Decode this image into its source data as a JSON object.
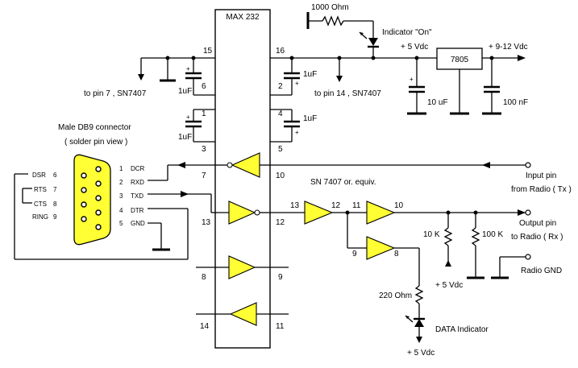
{
  "ic": {
    "max232": "MAX 232",
    "regulator": "7805",
    "gates": "SN 7407 or. equiv."
  },
  "pins": {
    "p1": "1",
    "p2": "2",
    "p3": "3",
    "p4": "4",
    "p5": "5",
    "p6": "6",
    "p7": "7",
    "p8": "8",
    "p9": "9",
    "p10": "10",
    "p11": "11",
    "p12": "12",
    "p13": "13",
    "p14": "14",
    "p15": "15",
    "p16": "16"
  },
  "gate_pins": {
    "g13": "13",
    "g12": "12",
    "g11": "11",
    "g10": "10",
    "g9": "9",
    "g8": "8"
  },
  "labels": {
    "r1000": "1000 Ohm",
    "ind_on": "Indicator \"On\"",
    "v5_top": "+ 5 Vdc",
    "v912": "+ 9-12 Vdc",
    "to_pin7": "to pin 7 , SN7407",
    "to_pin14": "to pin 14 , SN7407",
    "cap_a": "1uF",
    "cap_b": "1uF",
    "cap_c": "1uF",
    "cap_d": "1uF",
    "cap_10uf": "10 uF",
    "cap_100nf": "100 nF",
    "db9_title": "Male DB9 connector",
    "db9_sub": "( solder pin view )",
    "input_pin": "Input pin",
    "from_radio": "from Radio ( Tx )",
    "output_pin": "Output pin",
    "to_radio": "to Radio ( Rx )",
    "r10k": "10 K",
    "r100k": "100 K",
    "v5_mid": "+ 5 Vdc",
    "radio_gnd": "Radio GND",
    "r220": "220 Ohm",
    "data_ind": "DATA Indicator",
    "v5_bot": "+ 5 Vdc"
  },
  "db9": {
    "dsr": "DSR",
    "dsr_n": "6",
    "rts": "RTS",
    "rts_n": "7",
    "cts": "CTS",
    "cts_n": "8",
    "ring": "RING",
    "ring_n": "9",
    "n1": "1",
    "dcr": "DCR",
    "n2": "2",
    "rxd": "RXD",
    "n3": "3",
    "txd": "TXD",
    "n4": "4",
    "dtr": "DTR",
    "n5": "5",
    "gnd": "GND"
  },
  "colors": {
    "buffer": "#ffff33",
    "connector": "#ffff33",
    "wire": "#000000"
  }
}
